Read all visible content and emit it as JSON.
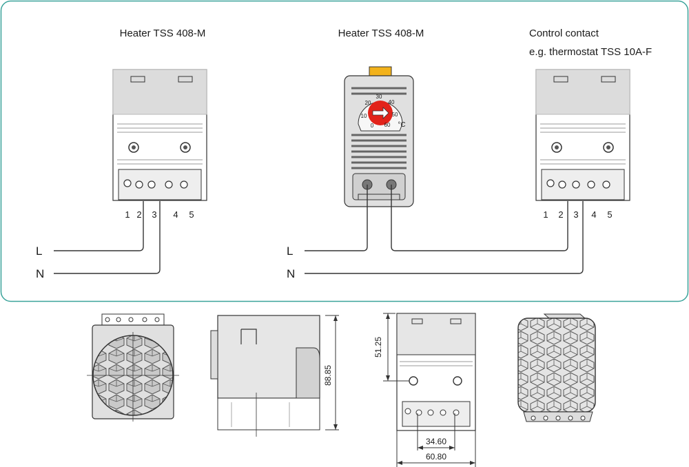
{
  "wiring": {
    "heater_left_title": "Heater TSS 408-M",
    "heater_mid_title": "Heater TSS 408-M",
    "control_title_line1": "Control contact",
    "control_title_line2": "e.g. thermostat TSS 10A-F",
    "terminals": [
      "1",
      "2",
      "3",
      "4",
      "5"
    ],
    "line_l": "L",
    "line_n": "N"
  },
  "thermostat": {
    "scale_labels": [
      "0",
      "10",
      "20",
      "30",
      "40",
      "50",
      "60"
    ],
    "unit": "°C"
  },
  "dimensions": {
    "height": "88.85",
    "upper_height": "51.25",
    "terminal_width": "34.60",
    "total_width": "60.80"
  },
  "colors": {
    "frame": "#3aa39a",
    "knob": "#e2231a",
    "clip": "#f2b21b",
    "housing": "#dcdcdc",
    "housing_dark": "#b8b8b8"
  }
}
